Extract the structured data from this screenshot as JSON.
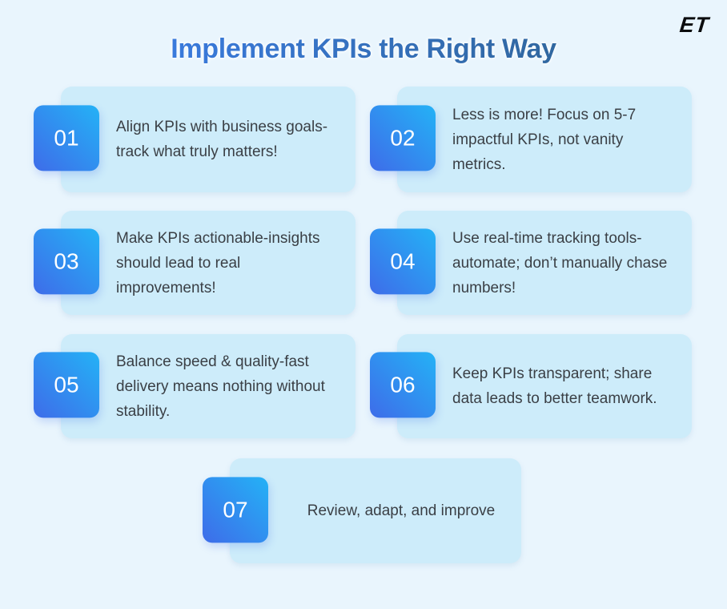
{
  "header": {
    "title": "Implement KPIs the Right Way",
    "logo_text": "ET"
  },
  "cards": [
    {
      "number": "01",
      "text": "Align KPIs with business goals-track what truly matters!"
    },
    {
      "number": "02",
      "text": "Less is more! Focus on 5-7 impactful KPIs, not vanity metrics."
    },
    {
      "number": "03",
      "text": "Make KPIs actionable-insights should lead to real improvements!"
    },
    {
      "number": "04",
      "text": "Use real-time tracking tools-automate; don’t manually chase numbers!"
    },
    {
      "number": "05",
      "text": "Balance speed & quality-fast delivery means nothing without stability."
    },
    {
      "number": "06",
      "text": "Keep KPIs transparent; share data leads to better teamwork."
    },
    {
      "number": "07",
      "text": "Review, adapt, and improve"
    }
  ],
  "colors": {
    "page_bg": "#e9f5fd",
    "card_bg": "#cdecfa",
    "badge_gradient_start": "#24b2f6",
    "badge_gradient_end": "#3e6ce9",
    "title_gradient_start": "#3b7de6",
    "title_gradient_end": "#2f6496",
    "card_text": "#3a3f45",
    "logo_color": "#0b0c0e"
  }
}
